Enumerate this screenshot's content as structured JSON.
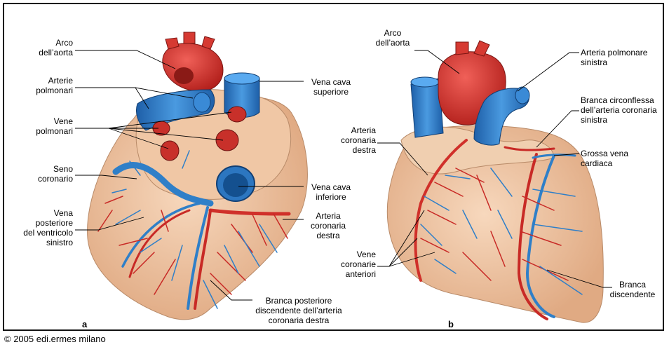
{
  "panels": {
    "a": "a",
    "b": "b"
  },
  "copyright": "© 2005 edi.ermes milano",
  "labels_a": {
    "arco_aorta": [
      "Arco",
      "dell’aorta"
    ],
    "arterie_polmonari": [
      "Arterie",
      "polmonari"
    ],
    "vene_polmonari": [
      "Vene",
      "polmonari"
    ],
    "seno_coronario": [
      "Seno",
      "coronario"
    ],
    "vena_posteriore": [
      "Vena",
      "posteriore",
      "del ventricolo",
      "sinistro"
    ],
    "vena_cava_superiore": [
      "Vena cava",
      "superiore"
    ],
    "vena_cava_inferiore": [
      "Vena cava",
      "inferiore"
    ],
    "arteria_coronaria_destra": [
      "Arteria",
      "coronaria",
      "destra"
    ],
    "branca_posteriore": [
      "Branca posteriore",
      "discendente dell’arteria",
      "coronaria destra"
    ]
  },
  "labels_b": {
    "arco_aorta": [
      "Arco",
      "dell’aorta"
    ],
    "arteria_coronaria_destra": [
      "Arteria",
      "coronaria",
      "destra"
    ],
    "vene_coronarie_anteriori": [
      "Vene",
      "coronarie",
      "anteriori"
    ],
    "arteria_polmonare_sinistra": [
      "Arteria polmonare",
      "sinistra"
    ],
    "branca_circonflessa": [
      "Branca circonflessa",
      "dell’arteria coronaria",
      "sinistra"
    ],
    "grossa_vena_cardiaca": [
      "Grossa vena",
      "cardiaca"
    ],
    "branca_discendente": [
      "Branca",
      "discendente"
    ]
  },
  "colors": {
    "artery": "#d0302a",
    "vein": "#2f7fc8",
    "tissue": "#f2c8a6",
    "tissue_dark": "#e2ab86"
  }
}
